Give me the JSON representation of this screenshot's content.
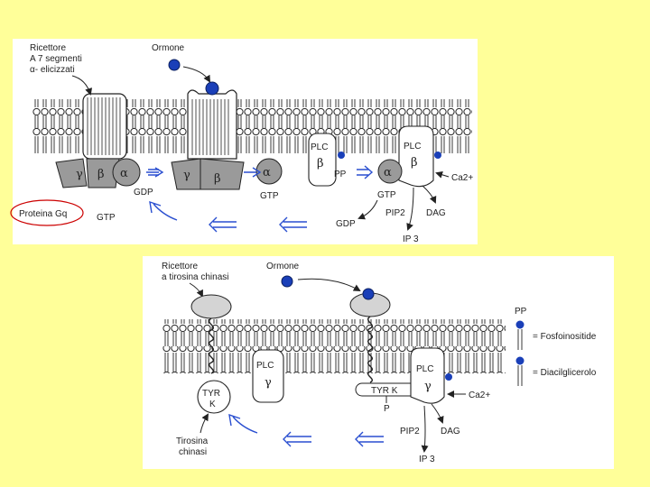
{
  "panel1": {
    "receptor_label": [
      "Ricettore",
      "A 7 segmenti",
      "α- elicizzati"
    ],
    "hormone_label": "Ormone",
    "gq_label": "Proteina Gq",
    "gamma": "γ",
    "beta": "β",
    "alpha": "α",
    "gdp": "GDP",
    "gtp": "GTP",
    "plc": "PLC",
    "pp": "PP",
    "pip2": "PIP2",
    "dag": "DAG",
    "ip3": "IP 3",
    "ca": "Ca2+"
  },
  "panel2": {
    "receptor_label": [
      "Ricettore",
      "a tirosina chinasi"
    ],
    "hormone_label": "Ormone",
    "tyr_k": "TYR K",
    "k": "K",
    "tyr": "TYR",
    "p": "P",
    "plc": "PLC",
    "gamma": "γ",
    "pip2": "PIP2",
    "dag": "DAG",
    "ip3": "IP 3",
    "ca": "Ca2+",
    "kinase_label": [
      "Tirosina",
      "chinasi"
    ],
    "legend_pp": "PP",
    "legend_phosphoinositide": "= Fosfoinositide",
    "legend_dag": "= Diacilglicerolo"
  },
  "colors": {
    "background": "#ffff99",
    "panel": "#ffffff",
    "grey_shape": "#9a9a9a",
    "light_grey": "#d4d4d4",
    "hormone_blue": "#1a3fb8",
    "arrow_blue": "#2a4fd0",
    "highlight_red": "#cc0000"
  }
}
